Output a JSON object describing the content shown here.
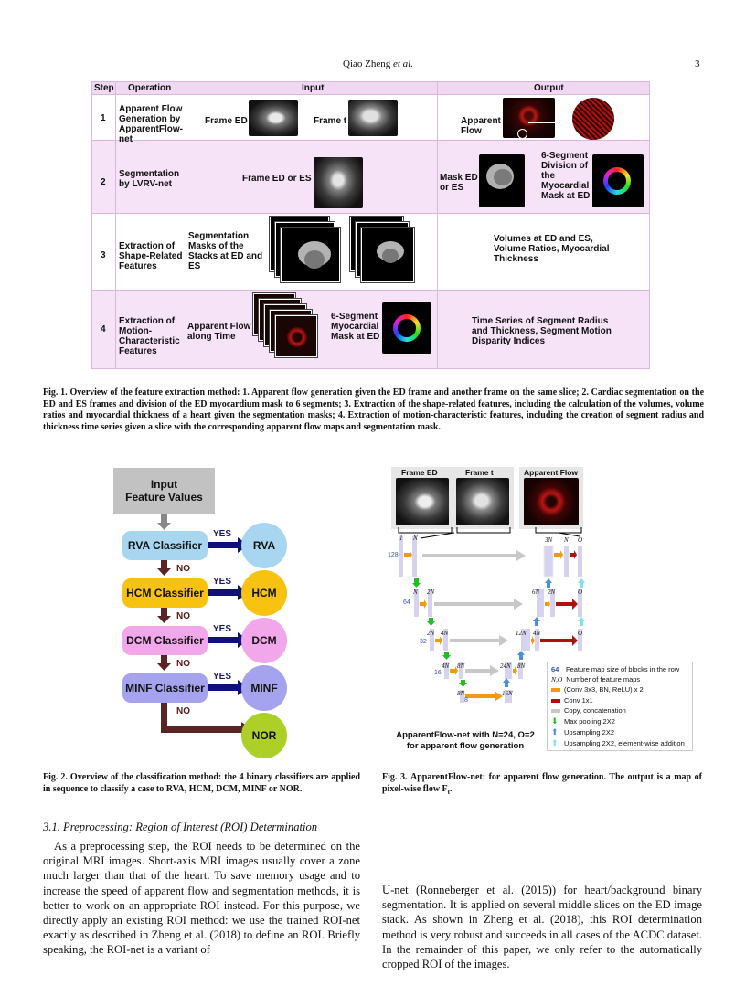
{
  "header": {
    "author": "Qiao Zheng",
    "author_suffix": "et al.",
    "page_number": "3"
  },
  "fig1_table": {
    "headers": [
      "Step",
      "Operation",
      "Input",
      "Output"
    ],
    "rows": [
      {
        "step": "1",
        "operation": "Apparent Flow Generation by ApparentFlow-net",
        "input_a": "Frame ED",
        "input_b": "Frame t",
        "output_a": "Apparent Flow",
        "output_b": ""
      },
      {
        "step": "2",
        "operation": "Segmentation by LVRV-net",
        "input_a": "Frame ED or ES",
        "input_b": "",
        "output_a": "Mask ED or ES",
        "output_b": "6-Segment Division of the Myocardial Mask at ED"
      },
      {
        "step": "3",
        "operation": "Extraction of Shape-Related Features",
        "input_a": "Segmentation Masks of the Stacks at ED and ES",
        "input_b": "",
        "output_a": "Volumes at ED and ES, Volume Ratios, Myocardial Thickness",
        "output_b": ""
      },
      {
        "step": "4",
        "operation": "Extraction of Motion-Characteristic Features",
        "input_a": "Apparent Flow along Time",
        "input_b": "6-Segment Myocardial Mask at ED",
        "output_a": "Time Series of Segment Radius and Thickness, Segment Motion Disparity Indices",
        "output_b": ""
      }
    ]
  },
  "fig1_caption": {
    "label": "Fig. 1.",
    "text": "Overview of the feature extraction method: 1. Apparent flow generation given the ED frame and another frame on the same slice; 2. Cardiac segmentation on the ED and ES frames and division of the ED myocardium mask to 6 segments; 3. Extraction of the shape-related features, including the calculation of the volumes, volume ratios and myocardial thickness of a heart given the segmentation masks; 4. Extraction of motion-characteristic features, including the creation of segment radius and thickness time series given a slice with the corresponding apparent flow maps and segmentation mask."
  },
  "fig2": {
    "input_line1": "Input",
    "input_line2": "Feature Values",
    "classifiers": [
      "RVA Classifier",
      "HCM Classifier",
      "DCM Classifier",
      "MINF Classifier"
    ],
    "outcomes": [
      "RVA",
      "HCM",
      "DCM",
      "MINF",
      "NOR"
    ],
    "yes": "YES",
    "no": "NO",
    "colors": {
      "rva": "#a8d6f0",
      "hcm": "#f7c210",
      "dcm": "#f2a7ea",
      "minf": "#a5a3ee",
      "nor": "#acd028",
      "input": "#c2c2c2"
    }
  },
  "fig2_caption": {
    "label": "Fig. 2.",
    "text": "Overview of the classification method: the 4 binary classifiers are applied in sequence to classify a case to RVA, HCM, DCM, MINF or NOR."
  },
  "fig3": {
    "img_labels": [
      "Frame ED",
      "Frame t",
      "Apparent Flow"
    ],
    "level_sizes": [
      "128",
      "64",
      "32",
      "16",
      "8"
    ],
    "block_labels": {
      "l1_in": "1",
      "l1_n": "N",
      "l1_3n": "3N",
      "l1_n2": "N",
      "l1_o": "O",
      "l2_n": "N",
      "l2_2n": "2N",
      "l2_6n": "6N",
      "l2_2n2": "2N",
      "l2_o": "O",
      "l3_2n": "2N",
      "l3_4n": "4N",
      "l3_12n": "12N",
      "l3_4n2": "4N",
      "l3_o": "O",
      "l4_4n": "4N",
      "l4_8n": "8N",
      "l4_24n": "24N",
      "l4_8n2": "8N",
      "l5_8n": "8N",
      "l5_16n": "16N"
    },
    "legend": [
      "Feature map size of blocks in the row",
      "Number of feature maps",
      "(Conv 3x3, BN, ReLU) x 2",
      "Conv 1x1",
      "Copy, concatenation",
      "Max pooling 2X2",
      "Upsampling 2X2",
      "Upsampling 2X2, element-wise addition"
    ],
    "legend_keys": [
      "64",
      "N,O"
    ],
    "title_line1": "ApparentFlow-net with N=24, O=2",
    "title_line2": "for apparent flow generation"
  },
  "fig3_caption": {
    "label": "Fig. 3.",
    "text": "ApparentFlow-net: for apparent flow generation. The output is a map of pixel-wise flow F",
    "subscript": "t",
    "end": "."
  },
  "section": {
    "title": "3.1. Preprocessing: Region of Interest (ROI) Determination",
    "col1": "As a preprocessing step, the ROI needs to be determined on the original MRI images. Short-axis MRI images usually cover a zone much larger than that of the heart. To save memory usage and to increase the speed of apparent flow and segmentation methods, it is better to work on an appropriate ROI instead. For this purpose, we directly apply an existing ROI method: we use the trained ROI-net exactly as described in Zheng et al. (2018) to define an ROI. Briefly speaking, the ROI-net is a variant of",
    "col2": "U-net (Ronneberger et al. (2015)) for heart/background binary segmentation. It is applied on several middle slices on the ED image stack. As shown in Zheng et al. (2018), this ROI determination method is very robust and succeeds in all cases of the ACDC dataset. In the remainder of this paper, we only refer to the automatically cropped ROI of the images."
  }
}
